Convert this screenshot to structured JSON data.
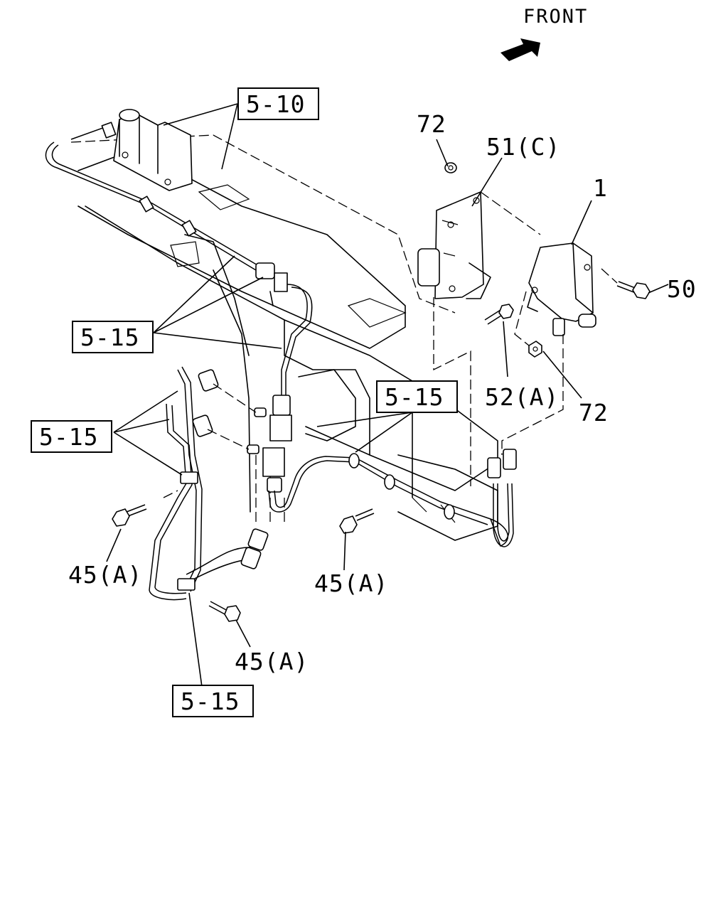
{
  "direction_label": "FRONT",
  "reference_boxes": [
    {
      "id": "ref-5-10",
      "text": "5-10"
    },
    {
      "id": "ref-5-15-a",
      "text": "5-15"
    },
    {
      "id": "ref-5-15-b",
      "text": "5-15"
    },
    {
      "id": "ref-5-15-c",
      "text": "5-15"
    },
    {
      "id": "ref-5-15-d",
      "text": "5-15"
    }
  ],
  "part_labels": {
    "p72_top": "72",
    "p51c": "51(C)",
    "p1": "1",
    "p50": "50",
    "p52a": "52(A)",
    "p72_bottom": "72",
    "p45a_left": "45(A)",
    "p45a_center": "45(A)",
    "p45a_bottom": "45(A)"
  },
  "icons": [
    "front-arrow-icon"
  ]
}
